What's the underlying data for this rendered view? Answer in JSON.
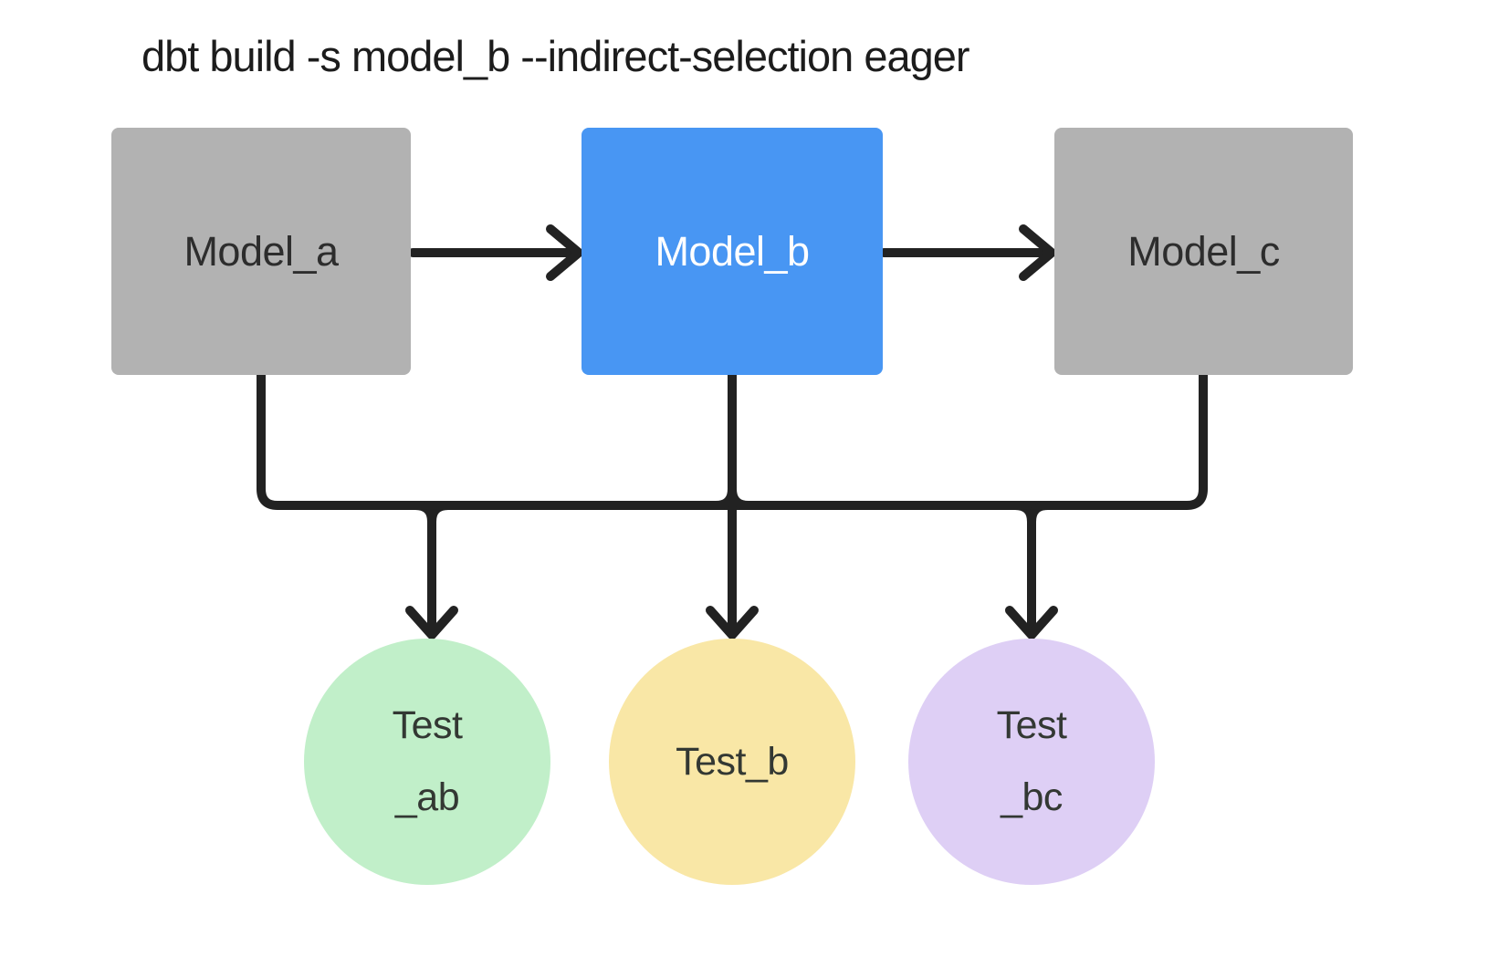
{
  "title": "dbt build -s model_b --indirect-selection eager",
  "colors": {
    "background": "#FFFFFF",
    "line": "#222222",
    "model_default_fill": "#B2B2B2",
    "model_selected_fill": "#4896F3",
    "model_default_text": "#2D2D2D",
    "model_selected_text": "#FFFFFF",
    "test_text": "#333833"
  },
  "nodes": {
    "model_a": {
      "label": "Model_a",
      "fill": "#B2B2B2",
      "text": "#2D2D2D"
    },
    "model_b": {
      "label": "Model_b",
      "fill": "#4896F3",
      "text": "#FFFFFF"
    },
    "model_c": {
      "label": "Model_c",
      "fill": "#B2B2B2",
      "text": "#2D2D2D"
    },
    "test_ab": {
      "lines": [
        "Test",
        "_ab"
      ],
      "fill": "#C1EFC9",
      "text": "#333833"
    },
    "test_b": {
      "lines": [
        "Test_b"
      ],
      "fill": "#F9E7A6",
      "text": "#333833"
    },
    "test_bc": {
      "lines": [
        "Test",
        "_bc"
      ],
      "fill": "#DECFF5",
      "text": "#333833"
    }
  },
  "edges": [
    {
      "from": "model_a",
      "to": "model_b"
    },
    {
      "from": "model_b",
      "to": "model_c"
    },
    {
      "from": "model_a",
      "to": "test_ab"
    },
    {
      "from": "model_b",
      "to": "test_ab"
    },
    {
      "from": "model_b",
      "to": "test_b"
    },
    {
      "from": "model_b",
      "to": "test_bc"
    },
    {
      "from": "model_c",
      "to": "test_bc"
    }
  ]
}
